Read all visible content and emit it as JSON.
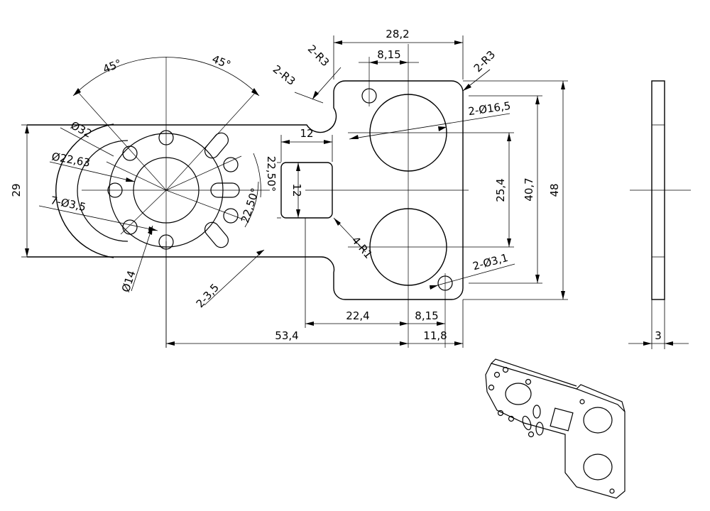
{
  "dimensions": {
    "angle_45_left": "45°",
    "angle_45_right": "45°",
    "r3_a": "2-R3",
    "r3_b": "2-R3",
    "r3_c": "2-R3",
    "w_28_2": "28,2",
    "d_8_15_top": "8,15",
    "phi_32": "Ø32",
    "phi_22_63": "Ø22,63",
    "phi_16_5": "2-Ø16,5",
    "sq_12_w": "12",
    "sq_12_h": "12",
    "ang_22_50_a": "22,50°",
    "ang_22_50_b": "22,50°",
    "h_29": "29",
    "phi_3_5": "7-Ø3,5",
    "r1": "4-R1",
    "d_25_4": "25,4",
    "d_40_7": "40,7",
    "d_48": "48",
    "phi_3_1": "2-Ø3,1",
    "phi_14": "Ø14",
    "slot_3_5": "2-3,5",
    "d_22_4": "22,4",
    "d_8_15_bottom": "8,15",
    "d_53_4": "53,4",
    "d_11_8": "11,8",
    "thickness_3": "3"
  }
}
